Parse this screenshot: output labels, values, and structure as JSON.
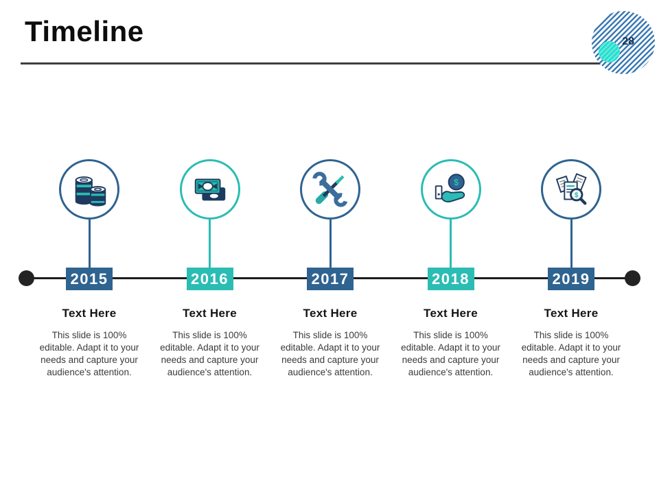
{
  "slide": {
    "title": "Timeline",
    "page_number": "28",
    "colors": {
      "blue_accent": "#2f6390",
      "teal_accent": "#2bbcb4",
      "axis": "#1d1d1d",
      "divider": "#3f3f3f",
      "stripe_blue": "#3b79b4",
      "stripe_teal": "#23ddcd",
      "body_text": "#3a3a3a"
    },
    "columns": [
      {
        "year": "2015",
        "accent": "#2f6390",
        "icon": "coins-stack-icon",
        "heading": "Text Here",
        "body": "This slide is 100% editable. Adapt it to your needs and capture your audience's attention."
      },
      {
        "year": "2016",
        "accent": "#2bbcb4",
        "icon": "banknotes-icon",
        "heading": "Text Here",
        "body": "This slide is 100% editable. Adapt it to your needs and capture your audience's attention."
      },
      {
        "year": "2017",
        "accent": "#2f6390",
        "icon": "tools-icon",
        "heading": "Text Here",
        "body": "This slide is 100% editable. Adapt it to your needs and capture your audience's attention."
      },
      {
        "year": "2018",
        "accent": "#2bbcb4",
        "icon": "hand-coin-icon",
        "heading": "Text Here",
        "body": "This slide is 100% editable. Adapt it to your needs and capture your audience's attention."
      },
      {
        "year": "2019",
        "accent": "#2f6390",
        "icon": "documents-magnifier-icon",
        "heading": "Text Here",
        "body": "This slide is 100% editable. Adapt it to your needs and capture your audience's attention."
      }
    ]
  }
}
